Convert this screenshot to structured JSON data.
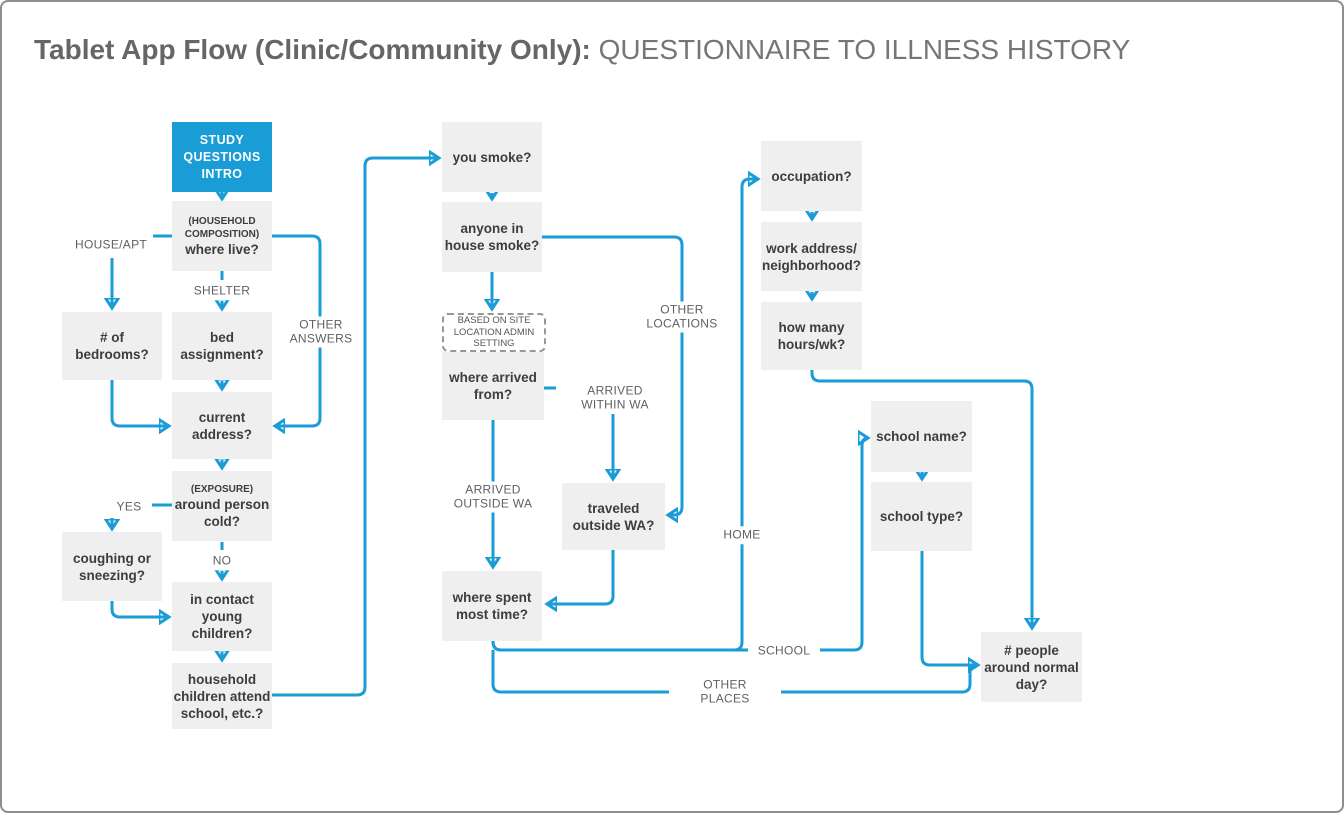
{
  "title": {
    "bold": "Tablet App Flow (Clinic/Community Only): ",
    "regular": "QUESTIONNAIRE TO ILLNESS HISTORY"
  },
  "colors": {
    "accent_blue": "#1a9cd6",
    "node_bg": "#efefef",
    "node_text": "#3d3d3d",
    "label_text": "#606060"
  },
  "nodes": {
    "study_intro": {
      "label": "STUDY\nQUESTIONS\nINTRO"
    },
    "where_live": {
      "pre": "(HOUSEHOLD\nCOMPOSITION)",
      "label": "where live?"
    },
    "bedrooms": {
      "label": "# of\nbedrooms?"
    },
    "bed_assignment": {
      "label": "bed\nassignment?"
    },
    "current_address": {
      "label": "current\naddress?"
    },
    "exposure_cold": {
      "pre": "(EXPOSURE)",
      "label": "around person\ncold?"
    },
    "coughing": {
      "label": "coughing or\nsneezing?"
    },
    "contact_children": {
      "label": "in contact\nyoung\nchildren?"
    },
    "household_children": {
      "label": "household\nchildren attend\nschool, etc.?"
    },
    "you_smoke": {
      "label": "you smoke?"
    },
    "anyone_smoke": {
      "label": "anyone in\nhouse smoke?"
    },
    "site_setting": {
      "label": "BASED ON SITE\nLOCATION ADMIN\nSETTING"
    },
    "where_arrived": {
      "label": "where arrived\nfrom?"
    },
    "traveled_outside": {
      "label": "traveled\noutside WA?"
    },
    "where_spent": {
      "label": "where spent\nmost time?"
    },
    "occupation": {
      "label": "occupation?"
    },
    "work_address": {
      "label": "work address/\nneighborhood?"
    },
    "hours_wk": {
      "label": "how many\nhours/wk?"
    },
    "school_name": {
      "label": "school name?"
    },
    "school_type": {
      "label": "school type?"
    },
    "num_people": {
      "label": "# people\naround normal\nday?"
    }
  },
  "edge_labels": {
    "house_apt": "HOUSE/APT",
    "shelter": "SHELTER",
    "other_answers": "OTHER\nANSWERS",
    "yes": "YES",
    "no": "NO",
    "other_locations": "OTHER\nLOCATIONS",
    "arrived_within": "ARRIVED\nWITHIN WA",
    "arrived_outside": "ARRIVED\nOUTSIDE WA",
    "home": "HOME",
    "school": "SCHOOL",
    "other_places": "OTHER\nPLACES"
  }
}
